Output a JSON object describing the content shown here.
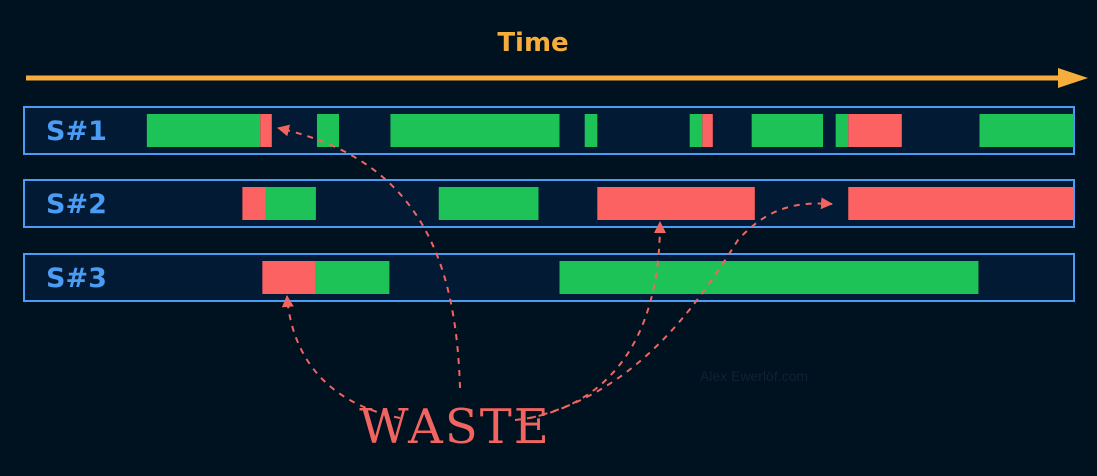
{
  "time_axis": {
    "label": "Time",
    "color": "#f6ad3b",
    "range": [
      0,
      1000
    ]
  },
  "colors": {
    "busy": "#1dc357",
    "waste": "#fc6262",
    "lane_border": "#4b9cf5",
    "lane_fill": "#021a33",
    "background": "#00111f",
    "annotation": "#f26460"
  },
  "lanes": [
    {
      "label": "S#1",
      "segments": [
        {
          "start": 117,
          "end": 225,
          "kind": "busy"
        },
        {
          "start": 225,
          "end": 236,
          "kind": "waste"
        },
        {
          "start": 279,
          "end": 300,
          "kind": "busy"
        },
        {
          "start": 349,
          "end": 510,
          "kind": "busy"
        },
        {
          "start": 534,
          "end": 546,
          "kind": "busy"
        },
        {
          "start": 634,
          "end": 646,
          "kind": "busy"
        },
        {
          "start": 646,
          "end": 656,
          "kind": "waste"
        },
        {
          "start": 693,
          "end": 761,
          "kind": "busy"
        },
        {
          "start": 773,
          "end": 785,
          "kind": "busy"
        },
        {
          "start": 785,
          "end": 836,
          "kind": "waste"
        },
        {
          "start": 910,
          "end": 1000,
          "kind": "busy"
        }
      ]
    },
    {
      "label": "S#2",
      "segments": [
        {
          "start": 208,
          "end": 230,
          "kind": "waste"
        },
        {
          "start": 230,
          "end": 278,
          "kind": "busy"
        },
        {
          "start": 395,
          "end": 490,
          "kind": "busy"
        },
        {
          "start": 546,
          "end": 696,
          "kind": "waste"
        },
        {
          "start": 785,
          "end": 1000,
          "kind": "waste"
        }
      ]
    },
    {
      "label": "S#3",
      "segments": [
        {
          "start": 227,
          "end": 278,
          "kind": "waste"
        },
        {
          "start": 278,
          "end": 348,
          "kind": "busy"
        },
        {
          "start": 510,
          "end": 909,
          "kind": "busy"
        }
      ]
    }
  ],
  "annotation": {
    "label": "WASTE"
  },
  "credit": "Alex Ewerlöf.com"
}
